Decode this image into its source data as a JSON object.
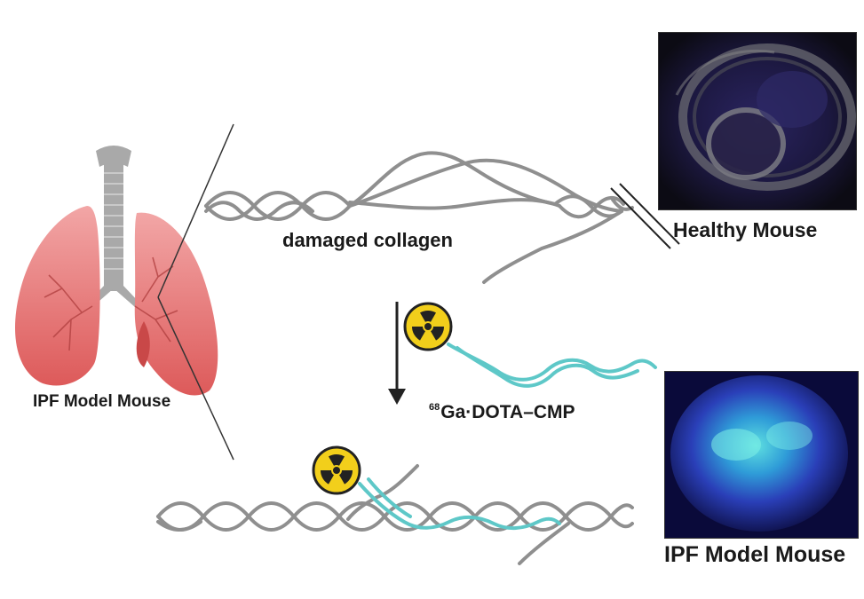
{
  "labels": {
    "ipf_model_left": "IPF Model Mouse",
    "damaged_collagen": "damaged collagen",
    "healthy_mouse": "Healthy Mouse",
    "ipf_model_right": "IPF Model Mouse",
    "tracer_sup": "68",
    "tracer_name": "Ga·DOTA–CMP"
  },
  "icons": {
    "lungs": "lungs-icon",
    "radiation": "radiation-icon",
    "arrow": "arrow-down-icon"
  },
  "colors": {
    "lung": "#e36e6e",
    "trachea": "#a9a9a9",
    "collagen": "#8f8f8f",
    "peptide": "#5ec8c8",
    "radiation_yellow": "#f2cf1b"
  }
}
